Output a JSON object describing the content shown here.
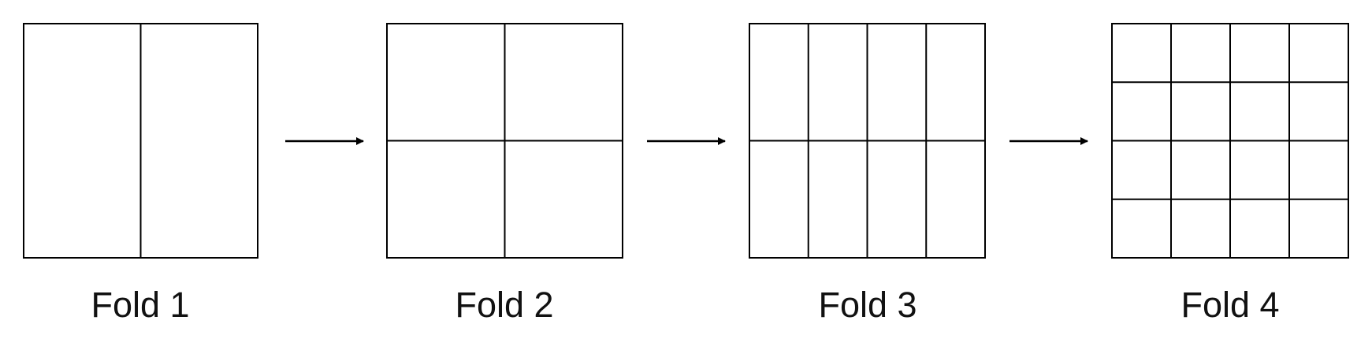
{
  "folds": [
    {
      "label": "Fold 1",
      "columns": 2,
      "rows": 1
    },
    {
      "label": "Fold 2",
      "columns": 2,
      "rows": 2
    },
    {
      "label": "Fold 3",
      "columns": 4,
      "rows": 2
    },
    {
      "label": "Fold 4",
      "columns": 4,
      "rows": 4
    }
  ],
  "colors": {
    "stroke": "#000000",
    "text": "#111111",
    "background": "#ffffff"
  }
}
